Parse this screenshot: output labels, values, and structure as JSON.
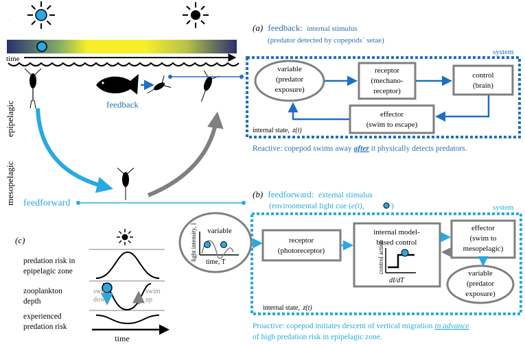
{
  "colors": {
    "blue": "#1e6fc1",
    "cyan": "#29a9e1",
    "grey": "#7f7f7f",
    "text_blue": "#2a6fb3",
    "navy": "#28306e",
    "yellow": "#f6ef2a"
  },
  "left": {
    "time_label": "time",
    "epipelagic": "epipelagic",
    "mesopelagic": "mesopelagic",
    "feedback": "feedback",
    "feedforward": "feedforward"
  },
  "panel_a": {
    "letter": "(a)",
    "title": "feedback:",
    "subtitle": "internal stimulus",
    "note": "(predator detected by copepods´ setae)",
    "system": "system",
    "variable": [
      "variable",
      "(predator",
      "exposure)"
    ],
    "receptor": [
      "receptor",
      "(mechano-",
      "receptor)"
    ],
    "control": [
      "control",
      "(brain)"
    ],
    "effector": [
      "effector",
      "(swim to escape)"
    ],
    "state": "internal state,",
    "state_var": "z(t)",
    "caption_pre": "Reactive: copepod swims away ",
    "caption_em": "after",
    "caption_post": " it physically  detects predators."
  },
  "panel_b": {
    "letter": "(b)",
    "title": "feedforward:",
    "subtitle": "external stimulus",
    "note": "(environmental light cue (",
    "note_var": "e(t),",
    "note_end": ")",
    "system": "system",
    "inset_variable": "variable",
    "inset_ylabel": "light intensity, I",
    "inset_xlabel": "time, T",
    "receptor": [
      "receptor",
      "(photoreceptor)"
    ],
    "control": [
      "internal model-",
      "based control"
    ],
    "control_axis_y": "control action",
    "control_axis_x": "dI/dT",
    "effector": [
      "effector",
      "(swim to",
      "mesopelagic)"
    ],
    "variable": [
      "variable",
      "(predator",
      "exposure)"
    ],
    "state": "internal state,",
    "state_var": "z(t)",
    "caption1_pre": "Proactive: copepod initiates descent of vertical migration ",
    "caption1_em": "in advance",
    "caption2": "of high predation risk in epipelagic zone."
  },
  "panel_c": {
    "letter": "(c)",
    "row1": [
      "predation risk in",
      "epipelagic zone"
    ],
    "row2": [
      "zooplankton",
      "depth"
    ],
    "row3": [
      "experienced",
      "predation risk"
    ],
    "swim_down": [
      "swim",
      "down"
    ],
    "swim_up": [
      "swim",
      "up"
    ],
    "time": "time"
  }
}
